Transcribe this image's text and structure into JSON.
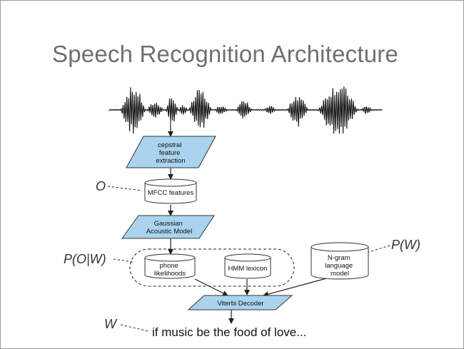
{
  "title": "Speech Recognition Architecture",
  "boxes": {
    "cepstral": [
      "cepstral",
      "feature",
      "extraction"
    ],
    "mfcc": "MFCC features",
    "gaussian": [
      "Gaussian",
      "Acoustic Model"
    ],
    "phone": [
      "phone",
      "likelihoods"
    ],
    "hmm": "HMM lexicon",
    "ngram": [
      "N-gram",
      "language",
      "model"
    ],
    "viterbi": "Viterbi Decoder"
  },
  "variables": {
    "o": "O",
    "p_o_w": "P(O|W)",
    "p_w": "P(W)",
    "w": "W"
  },
  "output_text": "if music be the food of love...",
  "colors": {
    "process_fill": "#a9d3ee",
    "process_stroke": "#333333",
    "title": "#6f6f6f"
  }
}
